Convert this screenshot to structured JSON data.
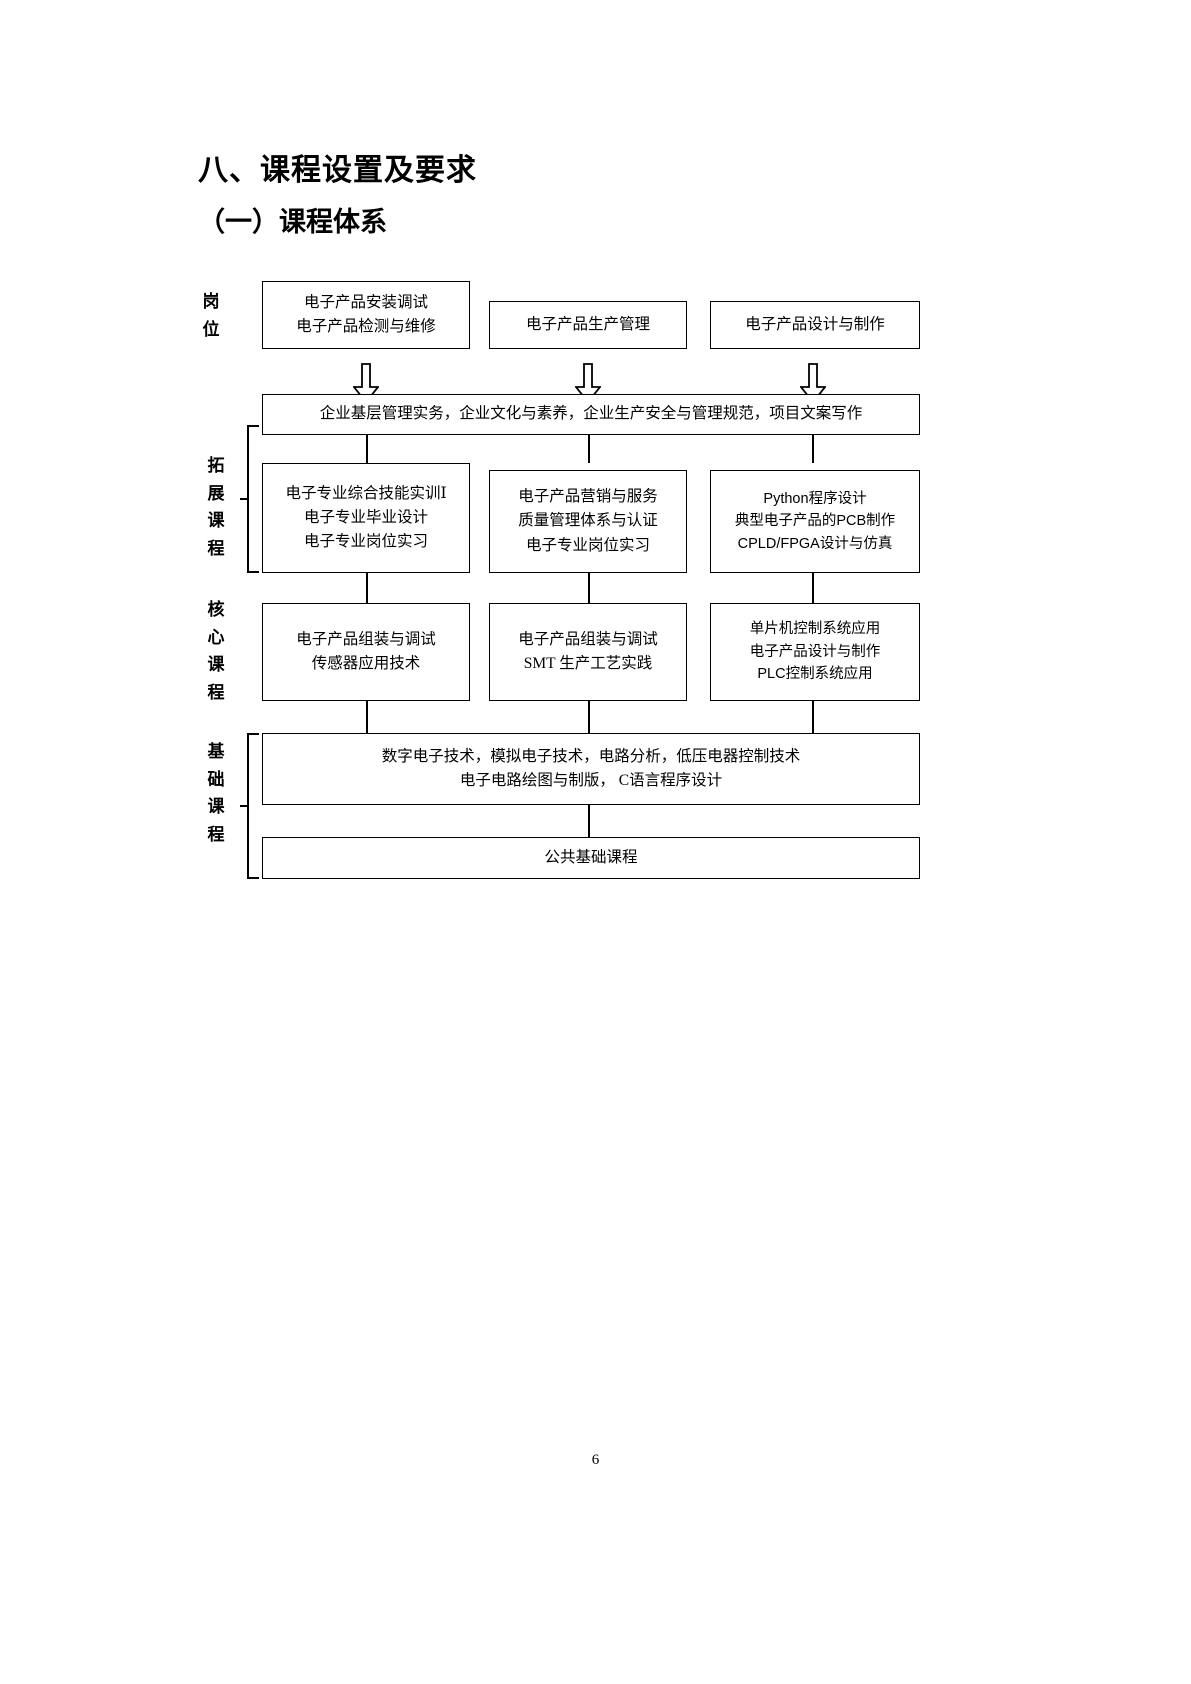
{
  "document": {
    "heading_main": "八、课程设置及要求",
    "heading_sub": "（一）课程体系",
    "page_number": "6"
  },
  "diagram": {
    "row_labels": {
      "post": "岗\n位",
      "extension": "拓\n展\n课\n程",
      "core": "核\n心\n课\n程",
      "foundation": "基\n础\n课\n程"
    },
    "post_boxes": [
      {
        "lines": [
          "电子产品安装调试",
          "电子产品检测与维修"
        ]
      },
      {
        "lines": [
          "电子产品生产管理"
        ]
      },
      {
        "lines": [
          "电子产品设计与制作"
        ]
      }
    ],
    "enterprise_bar": {
      "lines": [
        "企业基层管理实务，企业文化与素养，企业生产安全与管理规范，项目文案写作"
      ]
    },
    "extension_boxes": [
      {
        "lines": [
          "电子专业综合技能实训Ⅰ",
          "电子专业毕业设计",
          "电子专业岗位实习"
        ]
      },
      {
        "lines": [
          "电子产品营销与服务",
          "质量管理体系与认证",
          "电子专业岗位实习"
        ]
      },
      {
        "lines": [
          "Python程序设计",
          "典型电子产品的PCB制作",
          "CPLD/FPGA设计与仿真"
        ],
        "font": "sans"
      }
    ],
    "core_boxes": [
      {
        "lines": [
          "电子产品组装与调试",
          "传感器应用技术"
        ]
      },
      {
        "lines": [
          "电子产品组装与调试",
          "SMT 生产工艺实践"
        ]
      },
      {
        "lines": [
          "单片机控制系统应用",
          "电子产品设计与制作",
          "PLC控制系统应用"
        ]
      }
    ],
    "foundation_bar": {
      "lines": [
        "数字电子技术，模拟电子技术，电路分析，低压电器控制技术",
        "电子电路绘图与制版， C语言程序设计"
      ]
    },
    "public_bar": {
      "lines": [
        "公共基础课程"
      ]
    },
    "arrow_icon": "down-block-arrow-icon"
  }
}
